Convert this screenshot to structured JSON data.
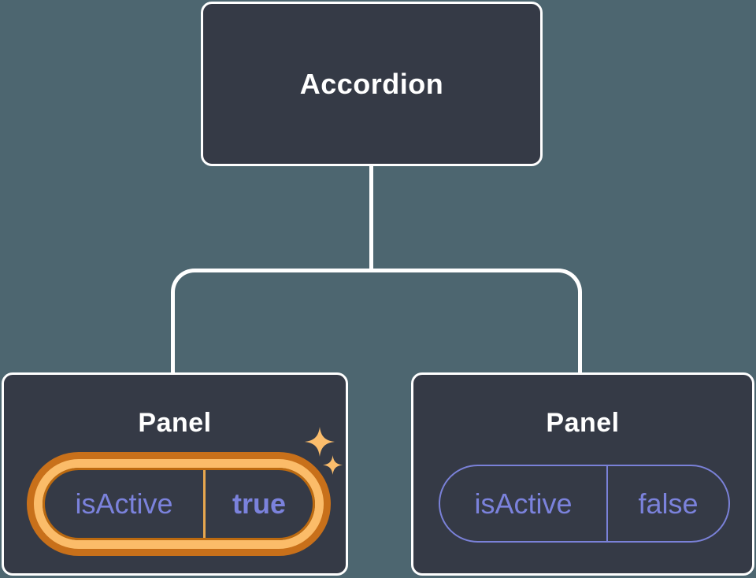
{
  "diagram": {
    "root": {
      "label": "Accordion"
    },
    "panels": [
      {
        "label": "Panel",
        "state_key": "isActive",
        "state_value": "true",
        "highlighted": true
      },
      {
        "label": "Panel",
        "state_key": "isActive",
        "state_value": "false",
        "highlighted": false
      }
    ]
  },
  "icons": {
    "sparkle": "✦"
  },
  "colors": {
    "background": "#4d6670",
    "node_fill": "#353a46",
    "node_border": "#ffffff",
    "node_text": "#ffffff",
    "state_text": "#7b82dc",
    "pill_border": "#7a81d8",
    "highlight_ring_outer": "#c8701a",
    "highlight_ring_inner": "#fbbc69",
    "highlight_pill_border": "#bc6a10",
    "highlight_divider": "#e8a74f",
    "sparkle": "#fbbd6c"
  }
}
